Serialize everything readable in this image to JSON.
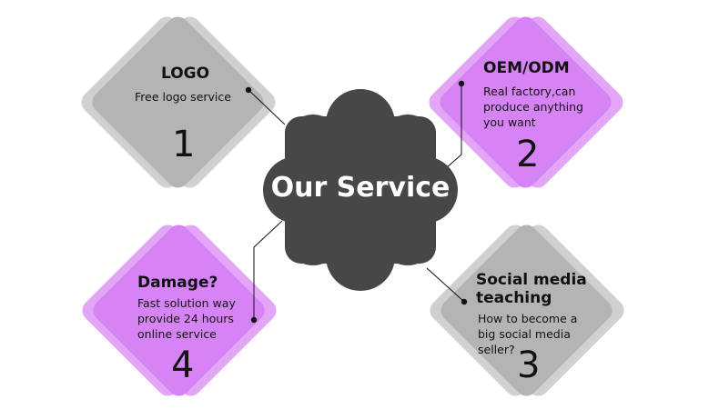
{
  "center": {
    "title": "Our Service"
  },
  "services": [
    {
      "number": "1",
      "title": "LOGO",
      "description": "Free logo service"
    },
    {
      "number": "2",
      "title": "OEM/ODM",
      "description_lines": [
        "Real factory,can",
        "produce anything",
        "you want"
      ]
    },
    {
      "number": "3",
      "title_lines": [
        "Social media",
        "teaching"
      ],
      "description_lines": [
        "How to become a",
        "big social media",
        "seller?"
      ]
    },
    {
      "number": "4",
      "title": "Damage?",
      "description_lines": [
        "Fast solution way",
        "provide 24 hours",
        "online service"
      ]
    }
  ],
  "colors": {
    "gray_light": "#d0d0d0",
    "gray_dark": "#b4b4b4",
    "purple_light": "#e3a6f6",
    "purple_dark": "#d684f5",
    "center": "#474747"
  }
}
